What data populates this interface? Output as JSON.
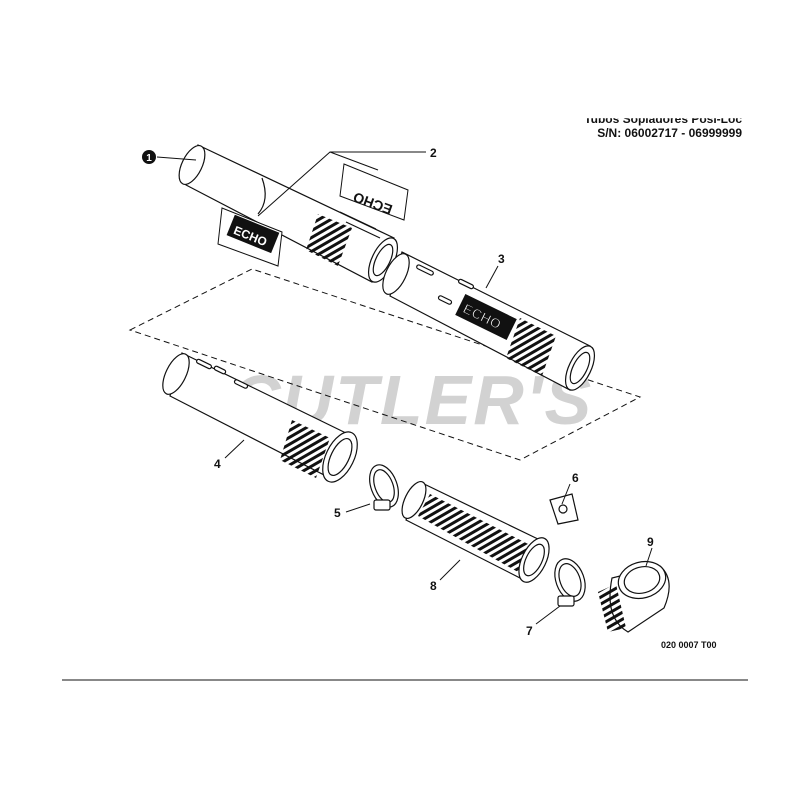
{
  "header": {
    "title": "Tubos Sopladores Posi-Loc",
    "serial_range": "S/N: 06002717 - 06999999"
  },
  "drawing_code": "020 0007 T00",
  "watermark": "CUTLER'S",
  "brand_label": "ECHO",
  "callouts": [
    {
      "id": "1",
      "style": "filled"
    },
    {
      "id": "2",
      "style": "plain"
    },
    {
      "id": "3",
      "style": "plain"
    },
    {
      "id": "4",
      "style": "plain"
    },
    {
      "id": "5",
      "style": "plain"
    },
    {
      "id": "6",
      "style": "plain"
    },
    {
      "id": "7",
      "style": "plain"
    },
    {
      "id": "8",
      "style": "plain"
    },
    {
      "id": "9",
      "style": "plain"
    }
  ],
  "colors": {
    "line": "#111111",
    "watermark": "#d2d2d2",
    "background": "#ffffff"
  }
}
